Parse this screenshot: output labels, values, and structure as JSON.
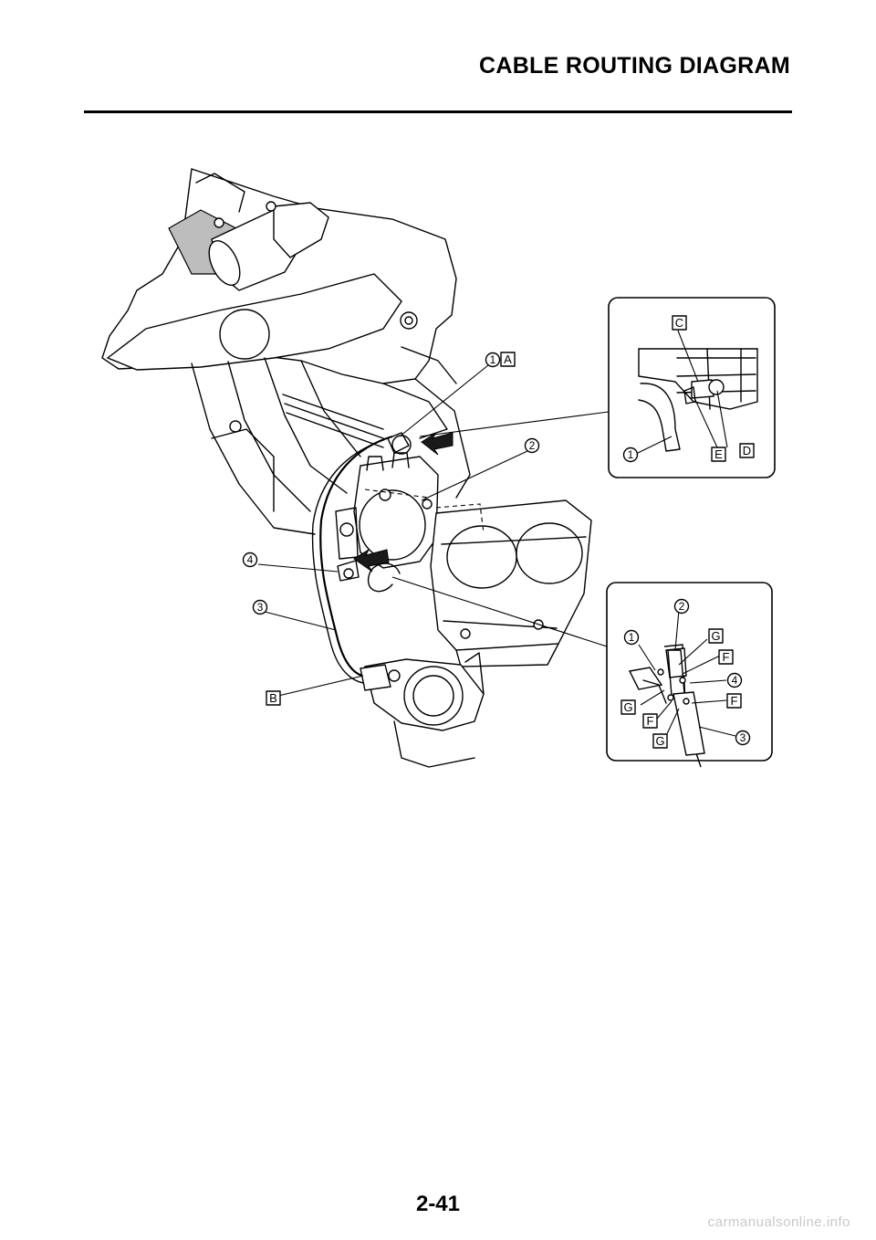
{
  "header": {
    "title": "CABLE ROUTING DIAGRAM"
  },
  "footer": {
    "page_number": "2-41",
    "watermark": "carmanualsonline.info"
  },
  "callouts": {
    "n1": "1",
    "n2": "2",
    "n3": "3",
    "n4": "4",
    "A": "A",
    "B": "B",
    "C": "C",
    "D": "D",
    "E": "E",
    "F": "F",
    "G": "G"
  }
}
